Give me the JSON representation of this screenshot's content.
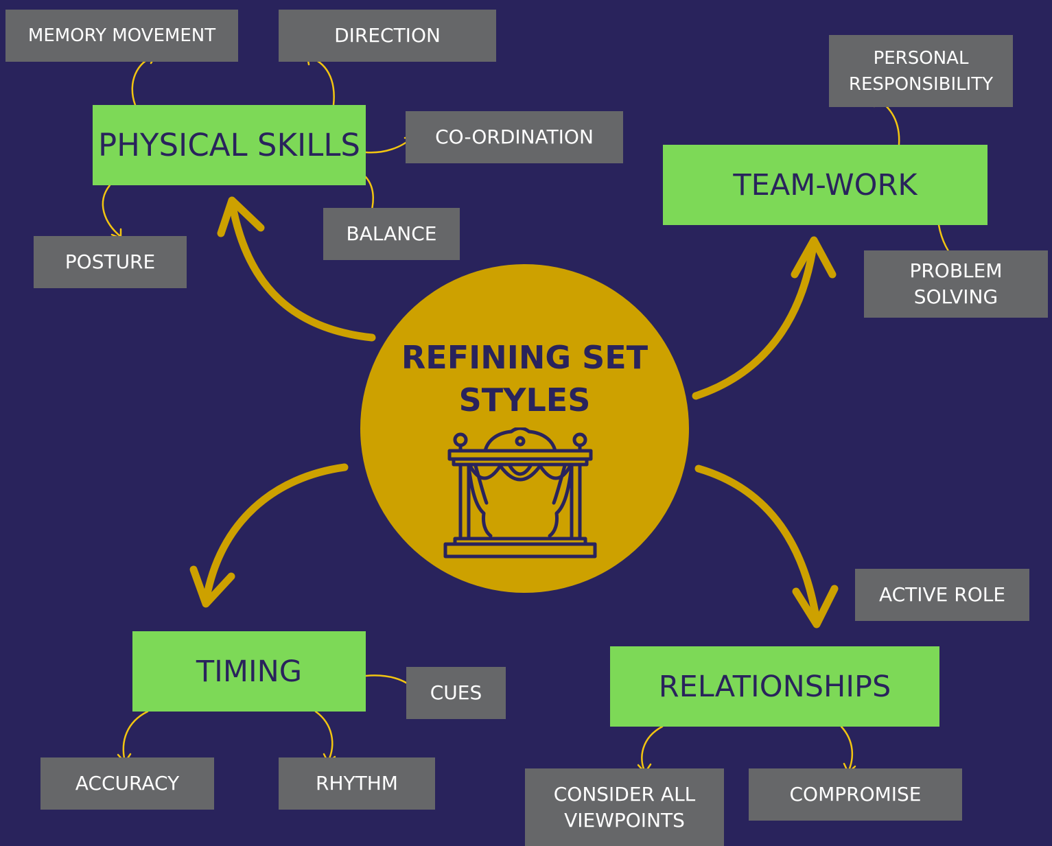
{
  "title_lines": [
    "REFINING SET",
    "STYLES"
  ],
  "colors": {
    "background": "#29235c",
    "hub": "#cda100",
    "category": "#7dd957",
    "leaf": "#666769",
    "arrow": "#cda100",
    "small_arrow": "#f2c511",
    "dark_text": "#29235c"
  },
  "hub_icon": "theatre-stage-icon",
  "categories": {
    "physical": {
      "label": "PHYSICAL SKILLS",
      "children": [
        "MEMORY MOVEMENT",
        "DIRECTION",
        "CO-ORDINATION",
        "BALANCE",
        "POSTURE"
      ]
    },
    "teamwork": {
      "label": "TEAM-WORK",
      "children": [
        [
          "PERSONAL",
          "RESPONSIBILITY"
        ],
        [
          "PROBLEM",
          "SOLVING"
        ]
      ]
    },
    "timing": {
      "label": "TIMING",
      "children": [
        "CUES",
        "ACCURACY",
        "RHYTHM"
      ]
    },
    "relationships": {
      "label": "RELATIONSHIPS",
      "children": [
        "ACTIVE ROLE",
        [
          "CONSIDER ALL",
          "VIEWPOINTS"
        ],
        "COMPROMISE"
      ]
    }
  }
}
